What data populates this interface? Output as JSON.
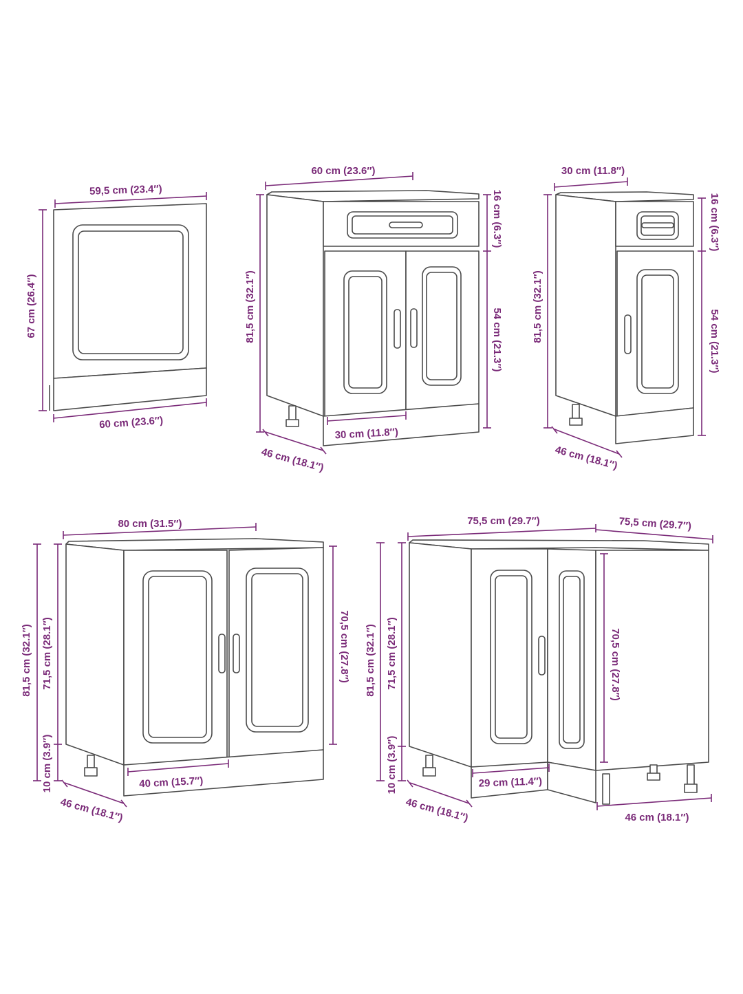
{
  "colors": {
    "dimension": "#7a2a78",
    "outline": "#4a4a4a",
    "panel": "#ffffff"
  },
  "cabinets": [
    {
      "name": "oven-front-panel",
      "labels": {
        "top_width": "59,5 cm (23.4″)",
        "height": "67 cm (26.4″)",
        "bottom_width": "60 cm (23.6″)"
      }
    },
    {
      "name": "drawer-base-cabinet-60",
      "labels": {
        "width": "60 cm (23.6″)",
        "height": "81,5 cm (32.1″)",
        "drawer_height": "16 cm (6.3″)",
        "door_height": "54 cm (21.3″)",
        "door_width": "30 cm (11.8″)",
        "depth": "46 cm (18.1″)"
      }
    },
    {
      "name": "drawer-base-cabinet-30",
      "labels": {
        "width": "30 cm (11.8″)",
        "height": "81,5 cm (32.1″)",
        "drawer_height": "16 cm (6.3″)",
        "door_height": "54 cm (21.3″)",
        "depth": "46 cm (18.1″)"
      }
    },
    {
      "name": "sink-base-cabinet-80",
      "labels": {
        "width": "80 cm (31.5″)",
        "height": "81,5 cm (32.1″)",
        "body_height": "71,5 cm (28.1″)",
        "plinth_height": "10 cm (3.9″)",
        "door_height": "70,5 cm (27.8″)",
        "door_width": "40 cm (15.7″)",
        "depth": "46 cm (18.1″)"
      }
    },
    {
      "name": "corner-base-cabinet",
      "labels": {
        "width_left": "75,5 cm (29.7″)",
        "width_right": "75,5 cm (29.7″)",
        "height": "81,5 cm (32.1″)",
        "body_height": "71,5 cm (28.1″)",
        "plinth_height": "10 cm (3.9″)",
        "door_height": "70,5 cm (27.8″)",
        "door_width": "29 cm (11.4″)",
        "depth_left": "46 cm (18.1″)",
        "depth_right": "46 cm (18.1″)"
      }
    }
  ]
}
